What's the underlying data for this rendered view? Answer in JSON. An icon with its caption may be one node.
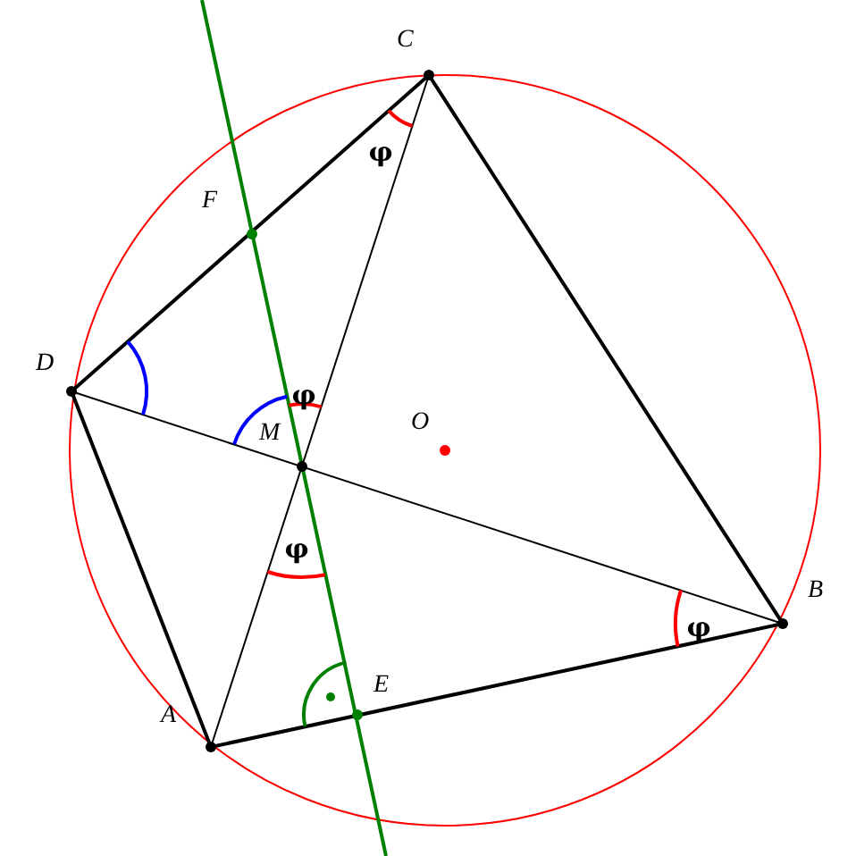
{
  "diagram": {
    "labels": [
      "C",
      "φ",
      "F",
      "D",
      "φ",
      "O",
      "M",
      "φ",
      "B",
      "φ",
      "E",
      "A"
    ]
  }
}
